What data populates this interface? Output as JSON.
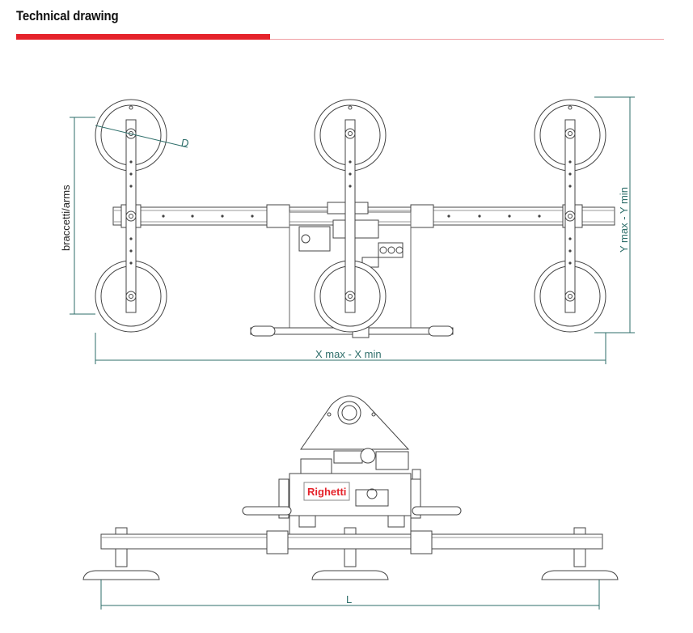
{
  "page": {
    "title": "Technical drawing"
  },
  "top_view": {
    "label_d": "D",
    "label_arms": "braccetti/arms",
    "label_x": "X max - X min",
    "label_y": "Y max - Y min"
  },
  "side_view": {
    "brand_logo": "Righetti",
    "label_l": "L"
  },
  "colors": {
    "accent_red": "#e5232b",
    "dimension_teal": "#2e6e6a",
    "line_gray": "#555555"
  }
}
